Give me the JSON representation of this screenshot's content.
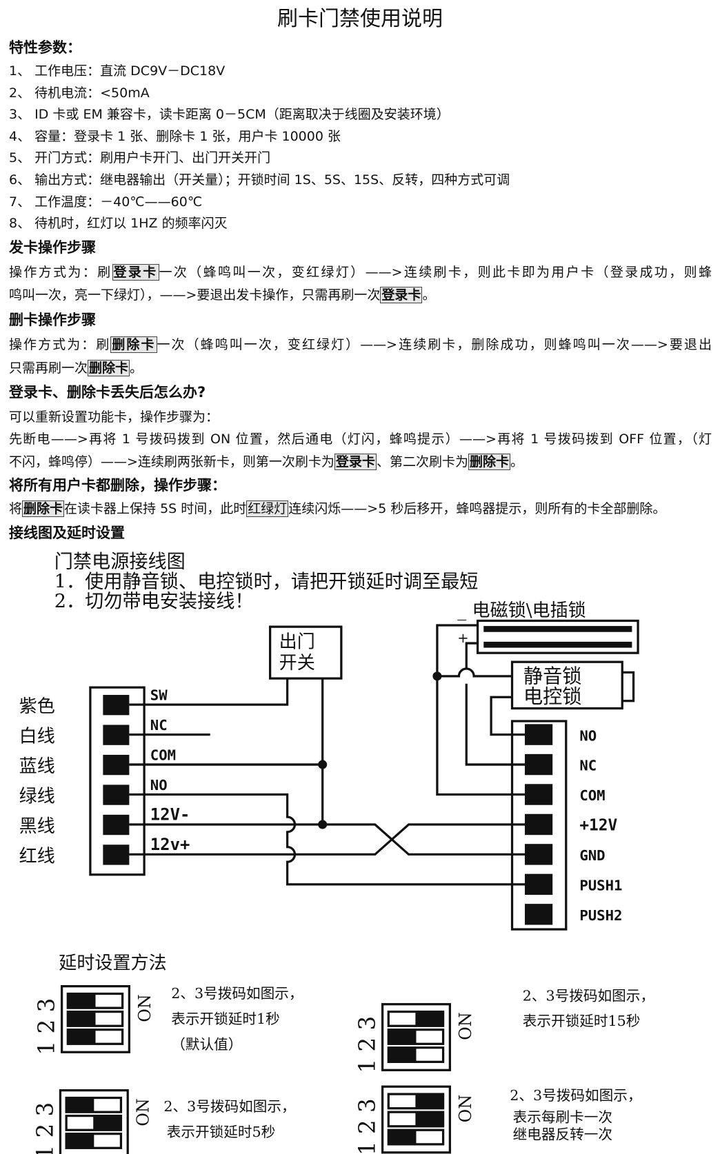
{
  "title": "刷卡门禁使用说明",
  "features": {
    "heading": "特性参数：",
    "items": [
      "1、 工作电压：直流 DC9V－DC18V",
      "2、 待机电流：<50mA",
      "3、 ID 卡或 EM 兼容卡，读卡距离 0－5CM（距离取决于线圈及安装环境）",
      "4、 容量：登录卡 1 张、删除卡 1 张，用户卡 10000 张",
      "5、 开门方式：刷用户卡开门、出门开关开门",
      "6、 输出方式：继电器输出（开关量）；开锁时间 1S、5S、15S、反转，四种方式可调",
      "7、 工作温度：－40℃——60℃",
      "8、 待机时，红灯以 1HZ 的频率闪灭"
    ]
  },
  "issue": {
    "heading": "发卡操作步骤",
    "line1": [
      "操作方式为：刷",
      "登录卡",
      "一次（蜂鸣叫一次，变红绿灯）——>连续刷卡，则此卡即为用户卡（登录成功，则蜂"
    ],
    "line2": [
      "鸣叫一次，亮一下绿灯），——>要退出发卡操作，只需再刷一次",
      "登录卡",
      "。"
    ]
  },
  "remove": {
    "heading": "删卡操作步骤",
    "line1": [
      "操作方式为：刷",
      "删除卡",
      "一次（蜂鸣叫一次，变红绿灯）——>连续刷卡，删除成功，则蜂鸣叫一次——>要退出"
    ],
    "line2": [
      "只需再刷一次",
      "删除卡",
      "。"
    ]
  },
  "lost": {
    "heading": "登录卡、删除卡丢失后怎么办?",
    "line1": "可以重新设置功能卡，操作步骤为：",
    "line2": "先断电——>再将 1 号拨码拨到 ON 位置，然后通电（灯闪，蜂鸣提示）——>再将 1 号拨码拨到 OFF 位置，（灯",
    "line3": [
      "不闪，蜂鸣停）——>连续刷两张新卡，则第一次刷卡为",
      "登录卡",
      "、第二次刷卡为",
      "删除卡",
      "。"
    ]
  },
  "clear": {
    "heading": "将所有用户卡都删除，操作步骤：",
    "line1": [
      "将",
      "删除卡",
      "在读卡器上保持 5S 时间，此时",
      "红绿灯",
      "连续闪烁——>5 秒后移开，蜂鸣器提示，则所有的卡全部删除。"
    ]
  },
  "wiring": {
    "heading": "接线图及延时设置",
    "diagram_title": "门禁电源接线图",
    "note1": "1．使用静音锁、电控锁时，请把开锁延时调至最短",
    "note2": "2．切勿带电安装接线！",
    "maglock_label": "_ 电磁锁\\电插锁",
    "plus": "+",
    "exit_button": [
      "出门",
      "开关"
    ],
    "silent_lock": [
      "静音锁",
      "电控锁"
    ],
    "left_colors": [
      "紫色",
      "白线",
      "蓝线",
      "绿线",
      "黑线",
      "红线"
    ],
    "left_pins": [
      "SW",
      "NC",
      "COM",
      "NO",
      "12V-",
      "12v+"
    ],
    "right_pins": [
      "NO",
      "NC",
      "COM",
      "+12V",
      "GND",
      "PUSH1",
      "PUSH2"
    ]
  },
  "delay": {
    "heading": "延时设置方法",
    "switch_numbers": "1 2 3",
    "on_label": "ON",
    "settings": [
      {
        "text": [
          "2、3号拨码如图示，",
          "表示开锁延时1秒",
          "（默认值）"
        ],
        "switches": {
          "3": "left",
          "2": "left",
          "1": "left"
        }
      },
      {
        "text": [
          "2、3号拨码如图示，",
          "表示开锁延时15秒"
        ],
        "switches": {
          "3": "right",
          "2": "left",
          "1": "left"
        }
      },
      {
        "text": [
          "2、3号拨码如图示，",
          "表示开锁延时5秒"
        ],
        "switches": {
          "3": "left",
          "2": "right",
          "1": "left"
        }
      },
      {
        "text": [
          "2、3号拨码如图示，",
          "表示每刷卡一次",
          "继电器反转一次"
        ],
        "switches": {
          "3": "right",
          "2": "right",
          "1": "left"
        }
      }
    ]
  }
}
